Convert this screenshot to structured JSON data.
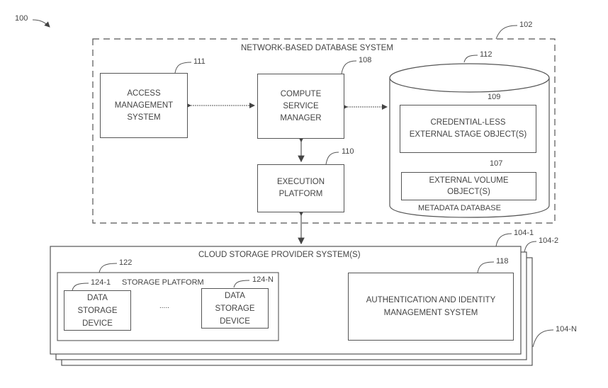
{
  "figure_ref": "100",
  "network_system": {
    "ref": "102",
    "title": "NETWORK-BASED DATABASE SYSTEM",
    "access_management": {
      "ref": "111",
      "label": "ACCESS\nMANAGEMENT\nSYSTEM"
    },
    "compute_service_manager": {
      "ref": "108",
      "label": "COMPUTE\nSERVICE\nMANAGER"
    },
    "execution_platform": {
      "ref": "110",
      "label": "EXECUTION\nPLATFORM"
    },
    "metadata_database": {
      "ref": "112",
      "label": "METADATA DATABASE",
      "stage_objects": {
        "ref": "109",
        "label": "CREDENTIAL-LESS\nEXTERNAL STAGE OBJECT(S)"
      },
      "volume_objects": {
        "ref": "107",
        "label": "EXTERNAL VOLUME\nOBJECT(S)"
      }
    }
  },
  "cloud_storage": {
    "refs": [
      "104-1",
      "104-2",
      "104-N"
    ],
    "title": "CLOUD STORAGE PROVIDER SYSTEM(S)",
    "storage_platform": {
      "ref": "122",
      "label": "STORAGE PLATFORM",
      "devices": [
        {
          "ref": "124-1",
          "label": "DATA\nSTORAGE\nDEVICE"
        },
        {
          "ref": "124-N",
          "label": "DATA\nSTORAGE\nDEVICE"
        }
      ],
      "ellipsis": "....."
    },
    "auth_system": {
      "ref": "118",
      "label": "AUTHENTICATION AND IDENTITY\nMANAGEMENT SYSTEM"
    }
  }
}
